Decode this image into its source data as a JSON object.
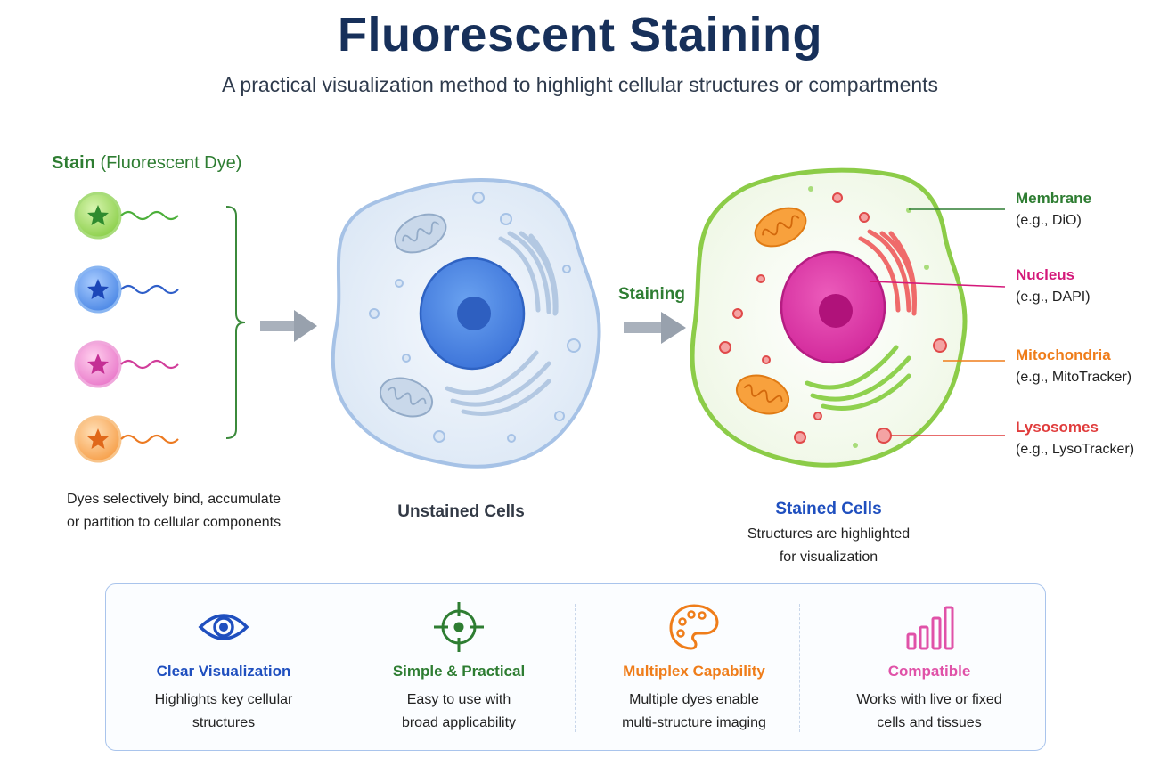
{
  "title": "Fluorescent Staining",
  "subtitle": "A practical visualization method to highlight cellular structures or compartments",
  "stain": {
    "title_bold": "Stain",
    "title_rest": "(Fluorescent Dye)",
    "caption_line1": "Dyes selectively bind, accumulate",
    "caption_line2": "or partition to cellular components",
    "dye_colors": [
      "#7cc242",
      "#3f7be0",
      "#e050b0",
      "#f5902e"
    ]
  },
  "unstained": {
    "label": "Unstained Cells"
  },
  "staining_arrow_label": "Staining",
  "stained": {
    "label": "Stained Cells",
    "sub_line1": "Structures are highlighted",
    "sub_line2": "for visualization"
  },
  "legend": [
    {
      "name": "Membrane",
      "example": "(e.g., DiO)",
      "color": "#2e7d32"
    },
    {
      "name": "Nucleus",
      "example": "(e.g., DAPI)",
      "color": "#d4197a"
    },
    {
      "name": "Mitochondria",
      "example": "(e.g., MitoTracker)",
      "color": "#ef7d1a"
    },
    {
      "name": "Lysosomes",
      "example": "(e.g., LysoTracker)",
      "color": "#e03b3b"
    }
  ],
  "features": [
    {
      "icon": "eye-icon",
      "name": "Clear Visualization",
      "desc_line1": "Highlights key cellular",
      "desc_line2": "structures",
      "color": "#1f4fbf"
    },
    {
      "icon": "target-icon",
      "name": "Simple & Practical",
      "desc_line1": "Easy to use with",
      "desc_line2": "broad applicability",
      "color": "#2e7d32"
    },
    {
      "icon": "palette-icon",
      "name": "Multiplex Capability",
      "desc_line1": "Multiple dyes enable",
      "desc_line2": "multi-structure imaging",
      "color": "#ef7d1a"
    },
    {
      "icon": "bar-chart-icon",
      "name": "Compatible",
      "desc_line1": "Works with live or fixed",
      "desc_line2": "cells and tissues",
      "color": "#e052a8"
    }
  ]
}
